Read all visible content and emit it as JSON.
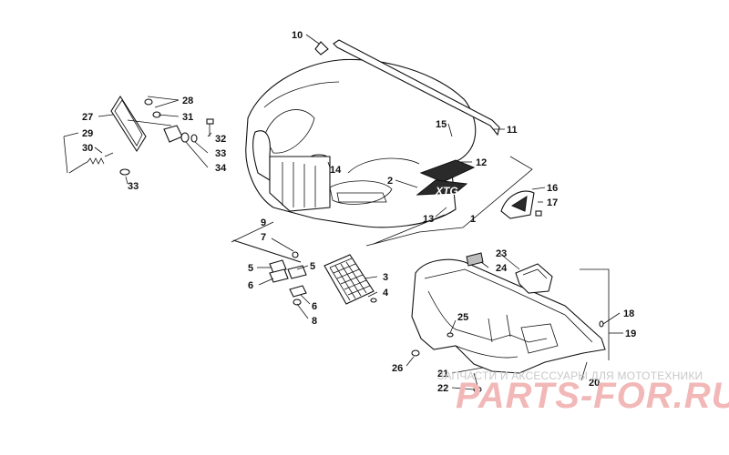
{
  "diagram": {
    "callouts": [
      "1",
      "2",
      "3",
      "4",
      "5",
      "5",
      "6",
      "6",
      "7",
      "8",
      "9",
      "10",
      "11",
      "12",
      "13",
      "14",
      "15",
      "16",
      "17",
      "18",
      "19",
      "20",
      "21",
      "22",
      "23",
      "24",
      "25",
      "26",
      "27",
      "28",
      "29",
      "30",
      "31",
      "32",
      "33",
      "33",
      "34"
    ]
  },
  "watermark": {
    "line1": "ЗАПЧАСТИ И АКСЕССУАРЫ ДЛЯ МОТОТЕХНИКИ",
    "line2": "PARTS-FOR.RU"
  },
  "hood_decal": "XTG"
}
